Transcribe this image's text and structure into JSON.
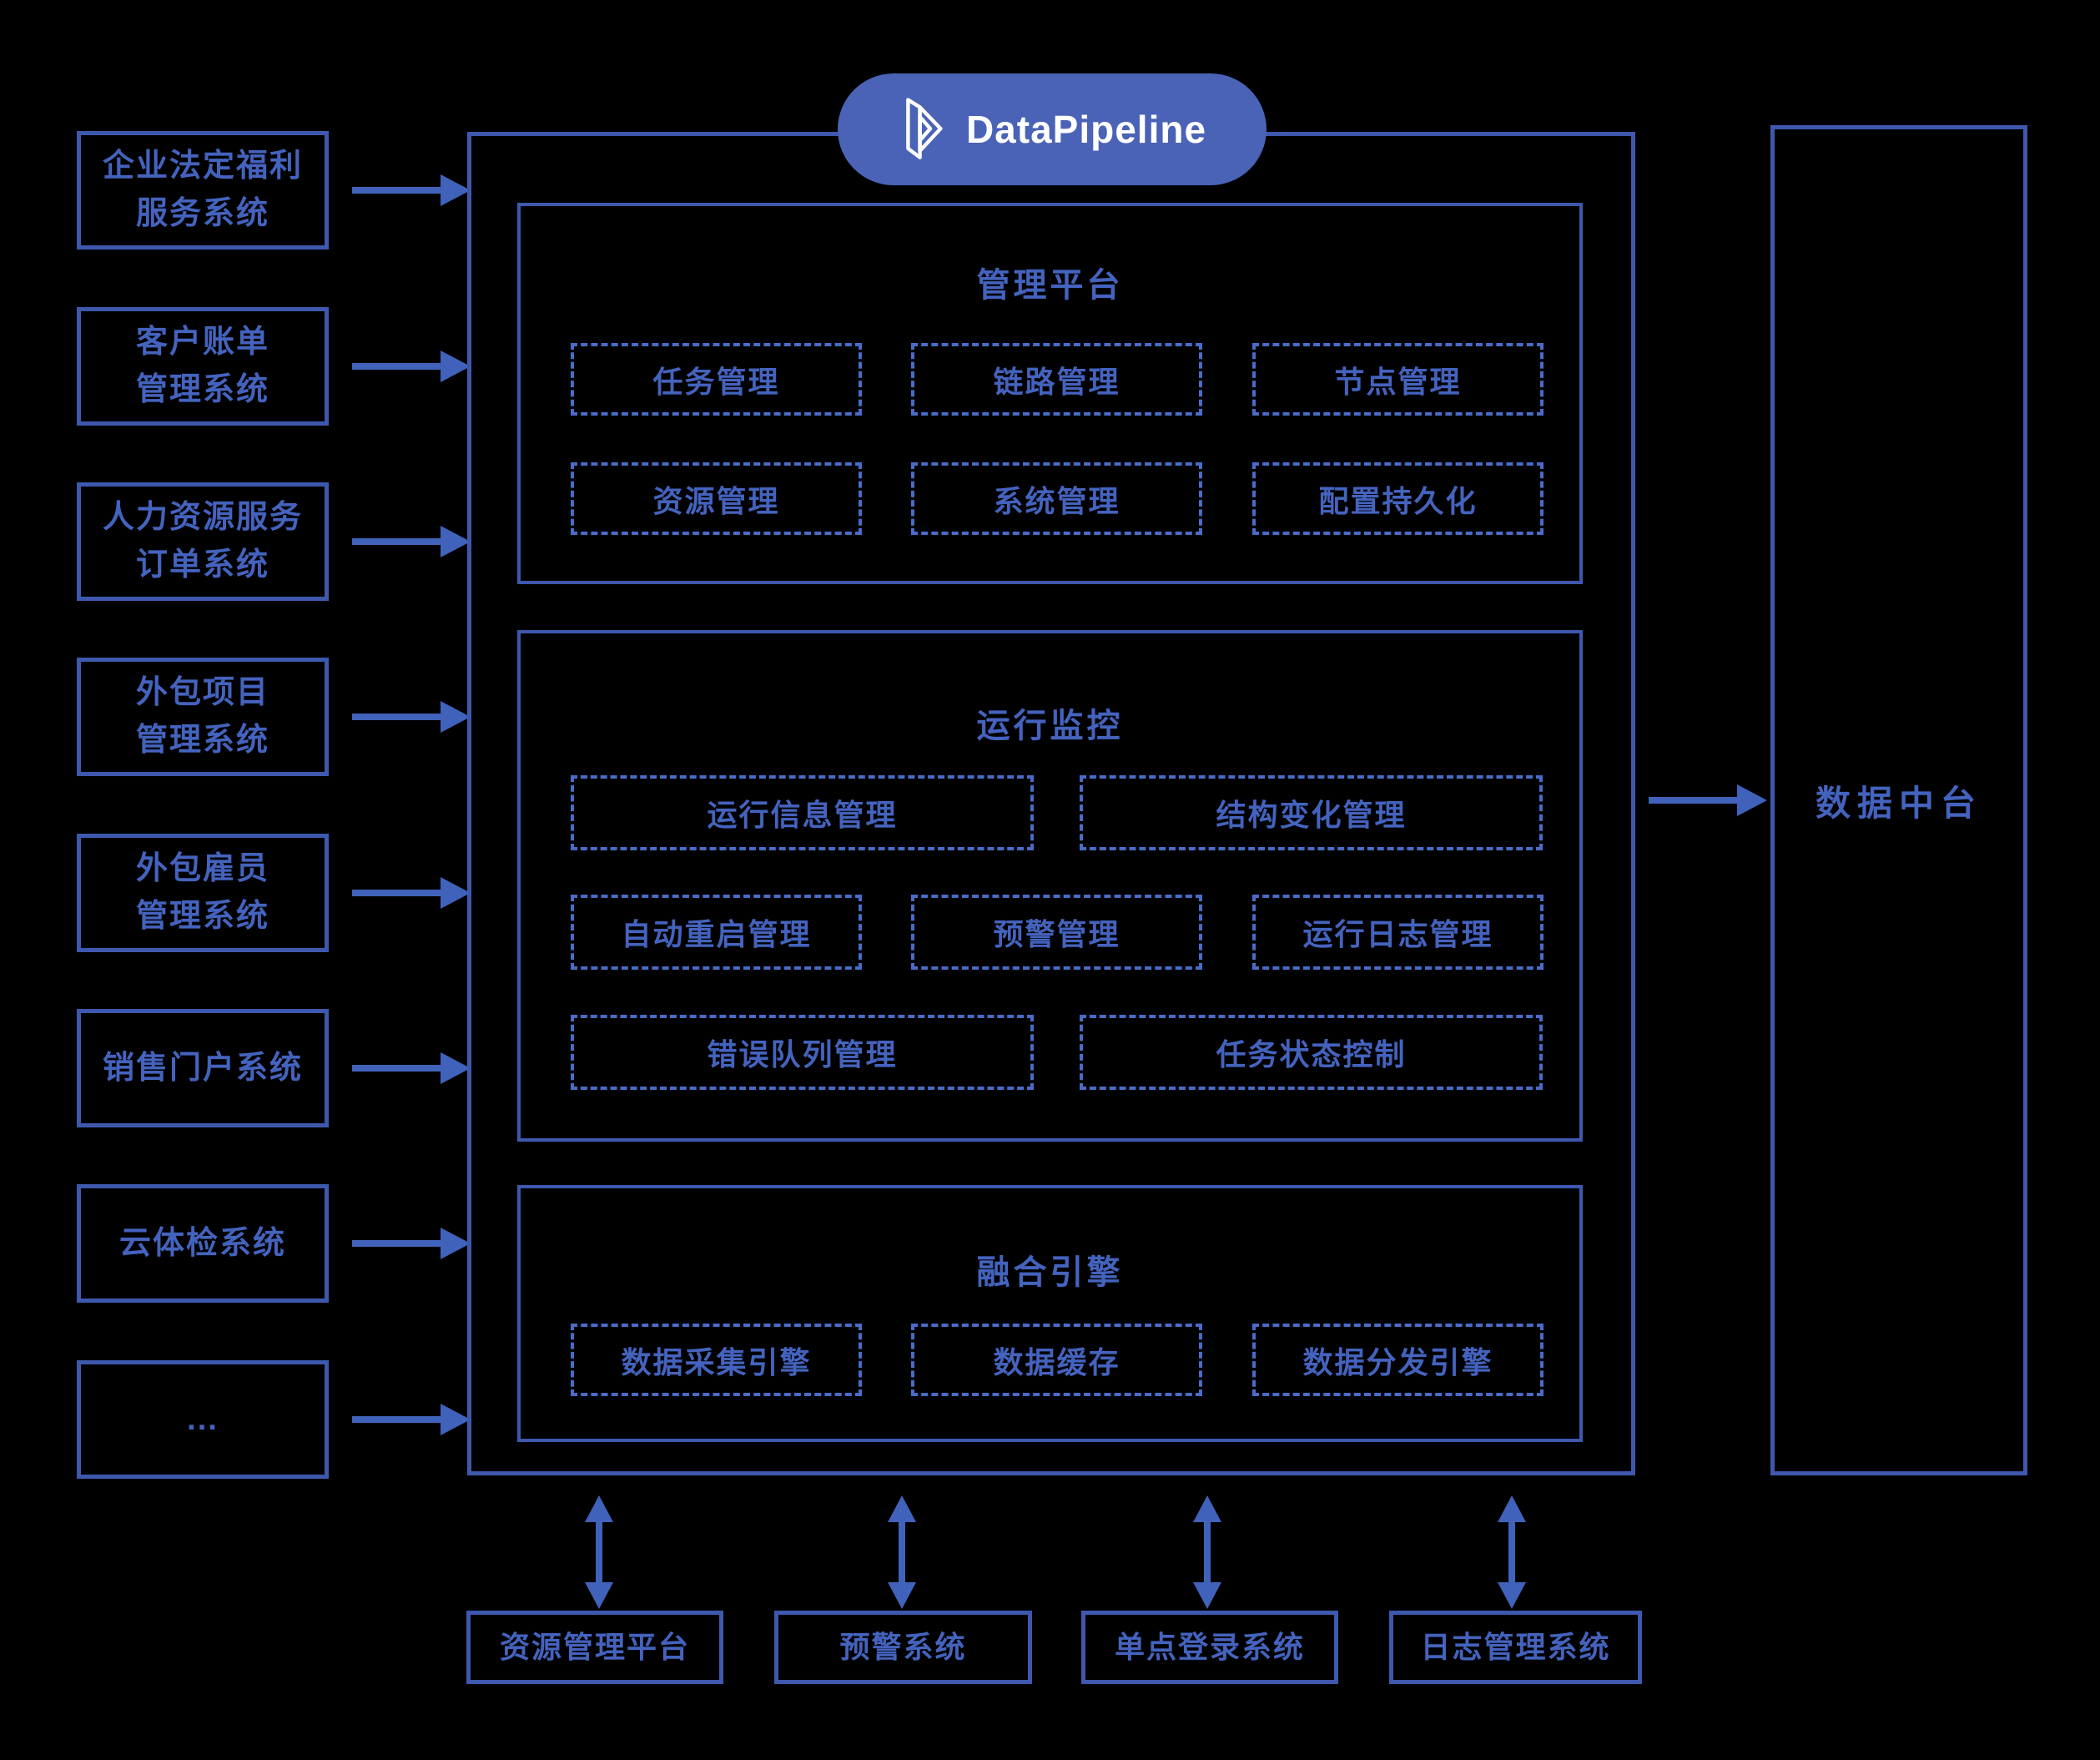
{
  "colors": {
    "background": "#000000",
    "border": "#3E58AE",
    "dashed_border": "#4A6CC8",
    "text_blue": "#4463BE",
    "arrow": "#4162BA",
    "pill_fill": "#4A63B6",
    "pill_text": "#FFFFFF"
  },
  "logo": {
    "label": "DataPipeline",
    "icon": "datapipeline-3d-prism-icon"
  },
  "left_systems": [
    {
      "label": "企业法定福利\n服务系统"
    },
    {
      "label": "客户账单\n管理系统"
    },
    {
      "label": "人力资源服务\n订单系统"
    },
    {
      "label": "外包项目\n管理系统"
    },
    {
      "label": "外包雇员\n管理系统"
    },
    {
      "label": "销售门户系统"
    },
    {
      "label": "云体检系统"
    },
    {
      "label": "..."
    }
  ],
  "platform": {
    "sections": [
      {
        "title": "管理平台",
        "modules": [
          "任务管理",
          "链路管理",
          "节点管理",
          "资源管理",
          "系统管理",
          "配置持久化"
        ]
      },
      {
        "title": "运行监控",
        "modules": [
          "运行信息管理",
          "结构变化管理",
          "自动重启管理",
          "预警管理",
          "运行日志管理",
          "错误队列管理",
          "任务状态控制"
        ]
      },
      {
        "title": "融合引擎",
        "modules": [
          "数据采集引擎",
          "数据缓存",
          "数据分发引擎"
        ]
      }
    ]
  },
  "right_system": {
    "label": "数据中台"
  },
  "bottom_systems": [
    {
      "label": "资源管理平台"
    },
    {
      "label": "预警系统"
    },
    {
      "label": "单点登录系统"
    },
    {
      "label": "日志管理系统"
    }
  ]
}
